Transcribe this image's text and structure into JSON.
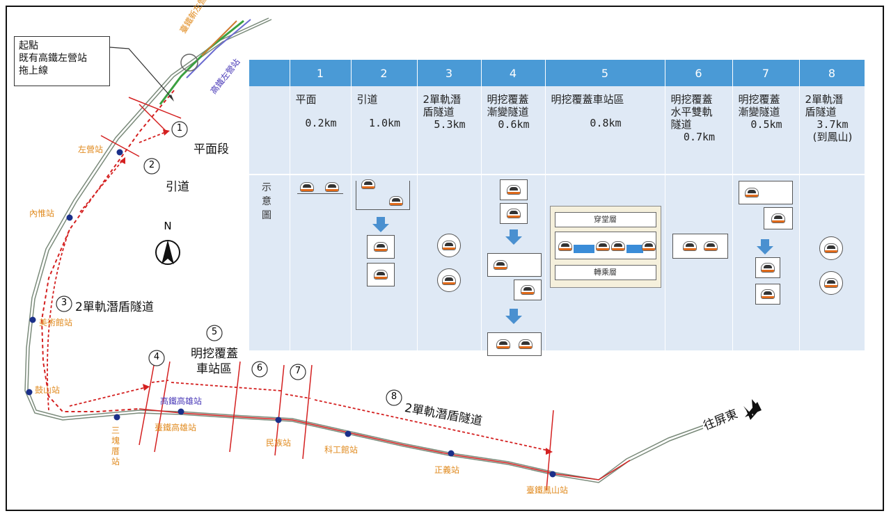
{
  "callout": {
    "lines": [
      "起點",
      "既有高鐵左營站",
      "拖上線"
    ]
  },
  "map": {
    "stations_orange": {
      "tra_zuoying_new": "臺鐵新左營站",
      "zuoying": "左營站",
      "neiwei": "內惟站",
      "museum": "美術館站",
      "gushan": "鼓山站",
      "sankuaicuo": "三塊厝站",
      "tra_kaohsiung": "臺鐵高雄站",
      "minzu": "民族站",
      "science_museum": "科工館站",
      "zhengyi": "正義站",
      "tra_fengshan": "臺鐵鳳山站"
    },
    "stations_blue": {
      "hsr_zuoying": "高鐵左營站",
      "hsr_kaohsiung": "高鐵高雄站"
    },
    "segments": {
      "s1_num": "1",
      "s1_label": "平面段",
      "s2_num": "2",
      "s2_label": "引道",
      "s3_num": "3",
      "s3_label": "2單軌潛盾隧道",
      "s4_num": "4",
      "s5_num": "5",
      "s5_label_l1": "明挖覆蓋",
      "s5_label_l2": "車站區",
      "s6_num": "6",
      "s7_num": "7",
      "s8_num": "8",
      "s8_label": "2單軌潛盾隧道"
    },
    "north": "N",
    "direction": "往屏東",
    "colors": {
      "route_red": "#d42020",
      "station_orange": "#e08a1e",
      "station_blue": "#4a3ab8",
      "dot": "#1a2f8a"
    }
  },
  "table": {
    "headers": [
      "",
      "1",
      "2",
      "3",
      "4",
      "5",
      "6",
      "7",
      "8"
    ],
    "names": [
      "",
      "平面",
      "引道",
      "2單軌潛\n盾隧道",
      "明挖覆蓋\n漸變隧道",
      "明挖覆蓋車站區",
      "明挖覆蓋\n水平雙軌\n隧道",
      "明挖覆蓋\n漸變隧道",
      "2單軌潛\n盾隧道"
    ],
    "lengths": [
      "",
      "0.2km",
      "1.0km",
      "5.3km",
      "0.6km",
      "0.8km",
      "0.7km",
      "0.5km",
      "3.7km"
    ],
    "length_note_8": "(到鳳山)",
    "diagram_label": [
      "示",
      "意",
      "圖"
    ],
    "station_upper": "穿堂層",
    "station_lower": "轉乘層",
    "colors": {
      "header_bg": "#4a9ad6",
      "body_bg": "#dfe9f5",
      "arrow": "#4a90d0"
    }
  }
}
